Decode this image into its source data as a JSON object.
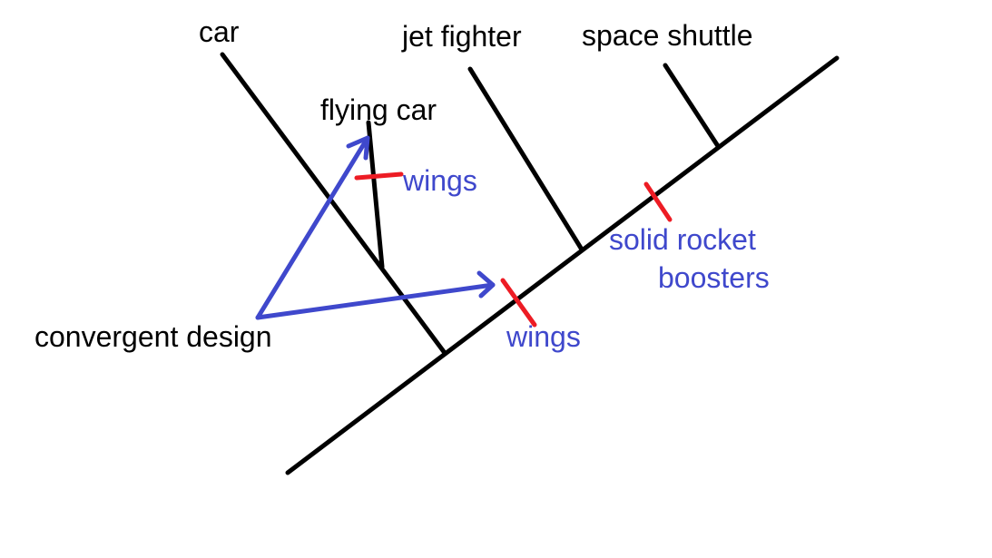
{
  "diagram": {
    "type": "cladogram",
    "colors": {
      "tree": "#000000",
      "trait_mark": "#ed1c24",
      "annotation": "#3f48cc",
      "label": "#000000",
      "background": "#ffffff"
    },
    "taxa": [
      {
        "id": "car",
        "label": "car"
      },
      {
        "id": "flying_car",
        "label": "flying car"
      },
      {
        "id": "jet_fighter",
        "label": "jet fighter"
      },
      {
        "id": "space_shuttle",
        "label": "space shuttle"
      }
    ],
    "traits": [
      {
        "id": "wings_flying_car",
        "label": "wings",
        "on_branch": "flying_car"
      },
      {
        "id": "wings_main",
        "label": "wings",
        "on_branch": "main_trunk_before_jet_fighter"
      },
      {
        "id": "srb",
        "label_line1": "solid rocket",
        "label_line2": "boosters",
        "on_branch": "main_trunk_before_space_shuttle"
      }
    ],
    "annotation": {
      "label": "convergent design",
      "points_to": [
        "wings_flying_car",
        "wings_main"
      ]
    }
  }
}
